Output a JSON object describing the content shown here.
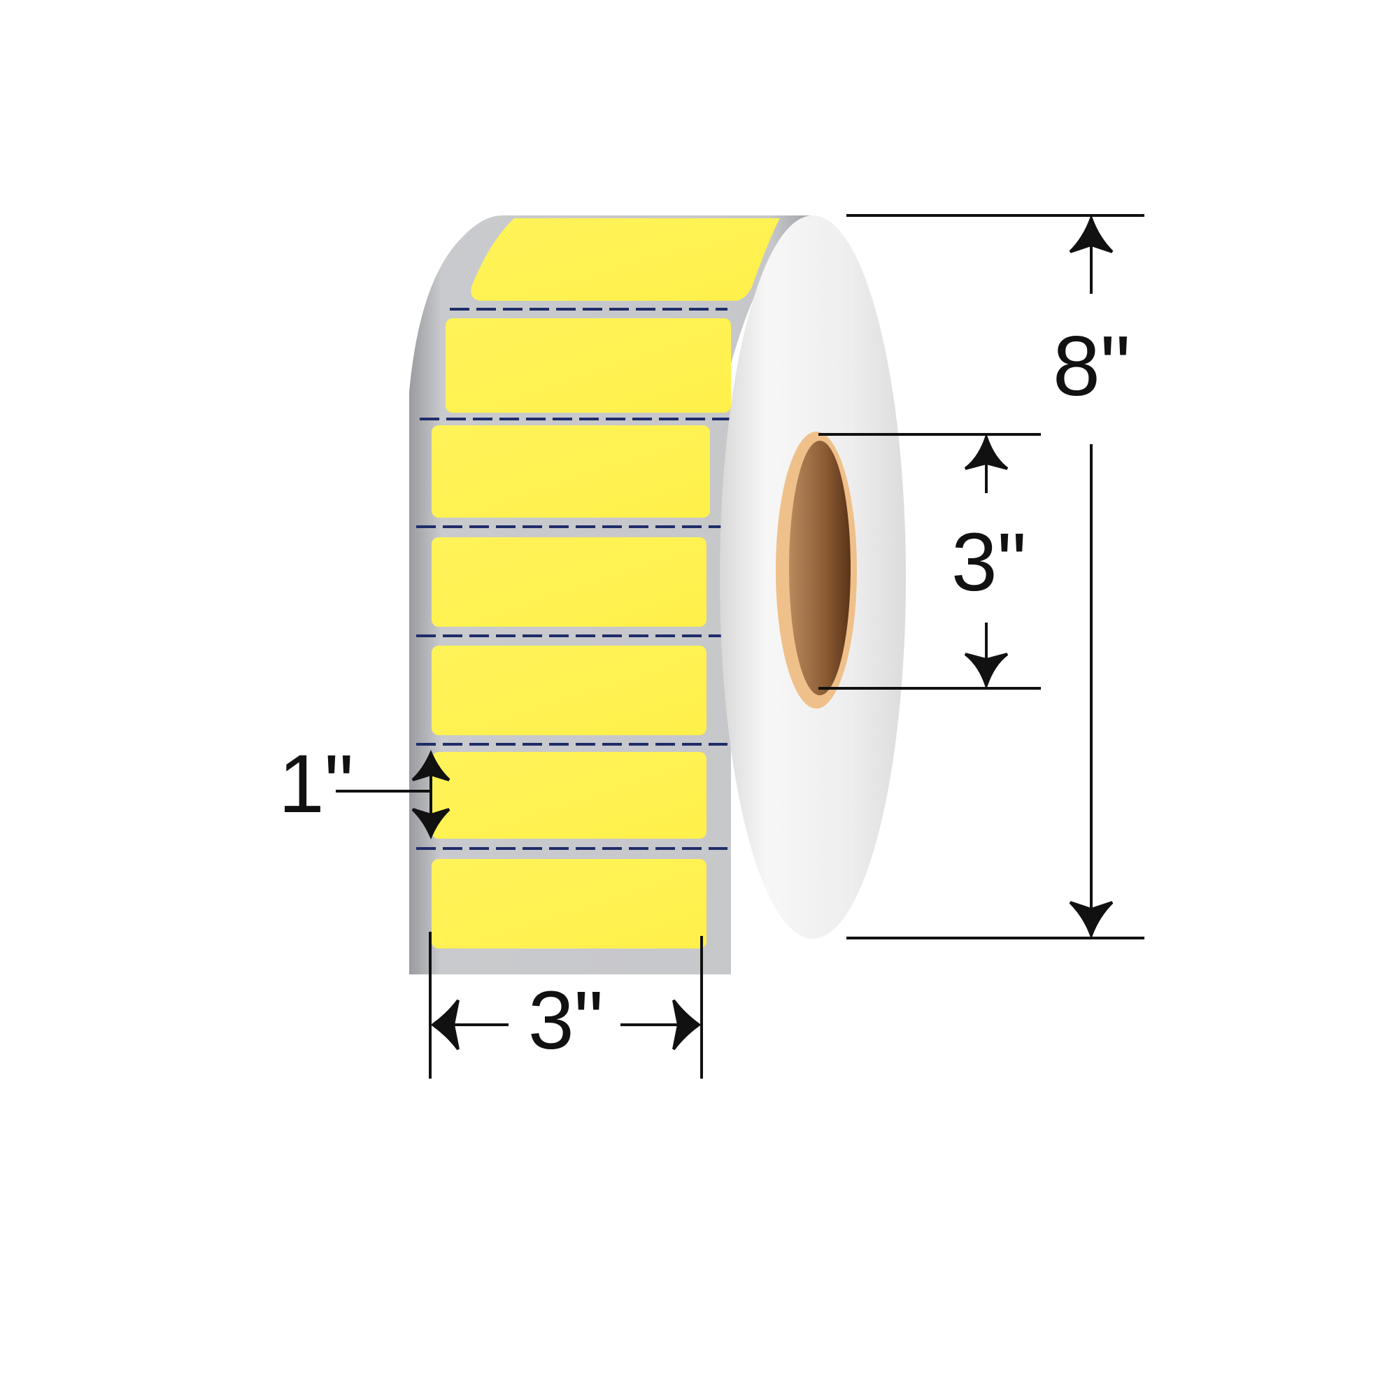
{
  "product": {
    "type": "label-roll",
    "label_color": "#FFF44F",
    "liner_color": "#9E9FA3",
    "core_color": "#8B5A32",
    "core_rim_color": "#F0C08A",
    "roll_face_color": "#F2F2F2",
    "visible_label_count": 7
  },
  "dimensions": {
    "outer_diameter": {
      "label": "8\"",
      "value": 8,
      "unit": "in"
    },
    "core_diameter": {
      "label": "3\"",
      "value": 3,
      "unit": "in"
    },
    "label_width": {
      "label": "3\"",
      "value": 3,
      "unit": "in"
    },
    "label_height": {
      "label": "1\"",
      "value": 1,
      "unit": "in"
    }
  }
}
